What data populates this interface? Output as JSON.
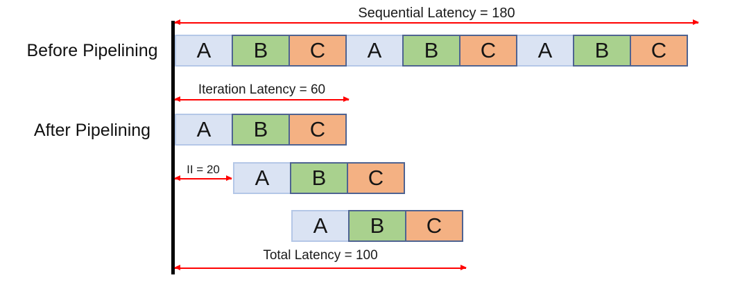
{
  "labels": {
    "before": "Before Pipelining",
    "after": "After Pipelining"
  },
  "annotations": {
    "sequential": "Sequential Latency = 180",
    "iteration": "Iteration Latency = 60",
    "initiation_interval": "II = 20",
    "total": "Total Latency = 100"
  },
  "rows": {
    "before": {
      "blocks": [
        "A",
        "B",
        "C",
        "A",
        "B",
        "C",
        "A",
        "B",
        "C"
      ]
    },
    "after": {
      "iterations": [
        {
          "blocks": [
            "A",
            "B",
            "C"
          ]
        },
        {
          "blocks": [
            "A",
            "B",
            "C"
          ]
        },
        {
          "blocks": [
            "A",
            "B",
            "C"
          ]
        }
      ]
    }
  },
  "colors": {
    "stage_a_fill": "#dae3f3",
    "stage_a_border": "#b4c7e7",
    "stage_b_fill": "#a9d18e",
    "stage_c_fill": "#f4b183",
    "stage_bc_border": "#4e6391",
    "arrow": "#ff0000",
    "timeline": "#000000"
  }
}
